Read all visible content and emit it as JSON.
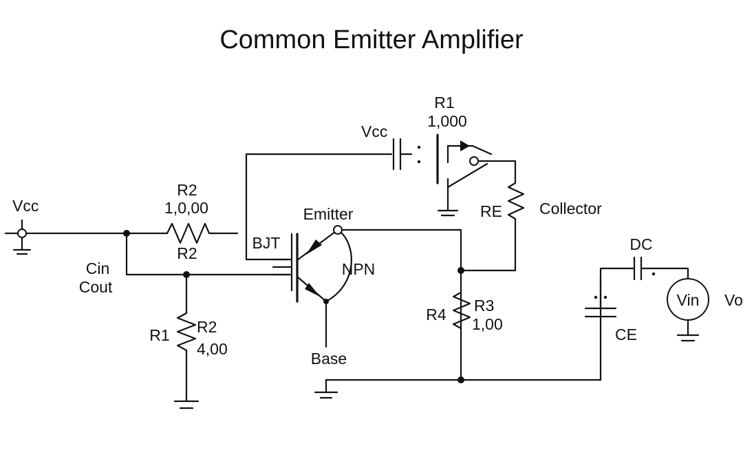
{
  "title": "Common Emitter Amplifier",
  "labels": {
    "vcc_left": "Vcc",
    "r2_top_name": "R2",
    "r2_top_value": "1,0,00",
    "r2_top_sub": "R2",
    "cin": "Cin",
    "cout": "Cout",
    "bjt": "BJT",
    "emitter": "Emitter",
    "npn": "NPN",
    "base": "Base",
    "r1_left": "R1",
    "r2_left_name": "R2",
    "r2_left_value": "4,00",
    "vcc_top": "Vcc",
    "r1_top_name": "R1",
    "r1_top_value": "1,000",
    "re": "RE",
    "collector": "Collector",
    "r4": "R4",
    "r3_name": "R3",
    "r3_value": "1,00",
    "dc": "DC",
    "ce": "CE",
    "vin": "Vin",
    "vo_partial": "Vo"
  },
  "colors": {
    "ink": "#111111",
    "background": "#ffffff"
  }
}
